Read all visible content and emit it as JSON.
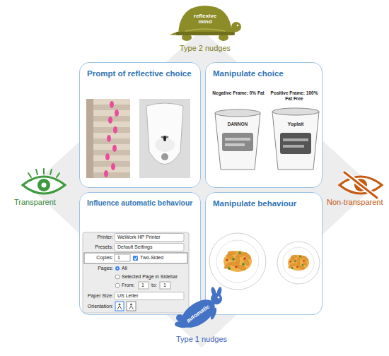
{
  "diagram": {
    "nodes": [
      {
        "text": [
          "reflexive mind",
          "Type 2 nudges"
        ]
      },
      {
        "text": [
          "Prompt of reflective choice"
        ]
      },
      {
        "text": [
          "Manipulate choice"
        ]
      },
      {
        "text": [
          "Influence automatic behaviour"
        ]
      },
      {
        "text": [
          "Manipulate behaviour"
        ]
      },
      {
        "text": [
          "automatic",
          "Type 1 nudges"
        ]
      }
    ],
    "labels": [
      "Transparent",
      "Non-transparent",
      "Negative Frame: 0% Fat",
      "Positive Frame: 100% Fat Free",
      "DANNON",
      "Yoplait",
      "Printer:",
      "WeWork HP Printer",
      "Presets:",
      "Default Settings",
      "Copies:",
      "1",
      "Two-Sided",
      "Pages:",
      "All",
      "Selected Page in Sidebar",
      "From:",
      "1",
      "to:",
      "1",
      "Paper Size:",
      "US Letter",
      "Orientation:"
    ]
  }
}
